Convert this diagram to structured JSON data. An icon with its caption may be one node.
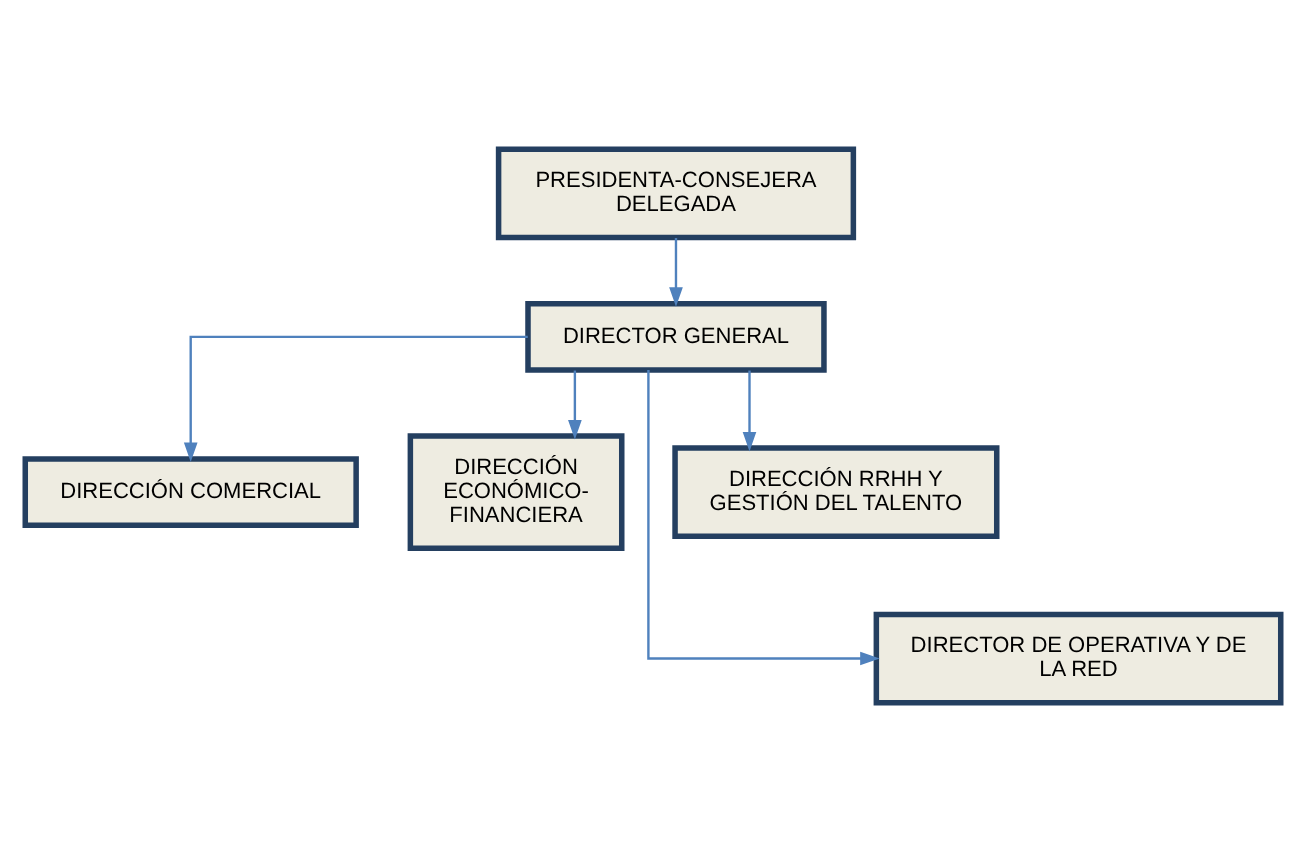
{
  "diagram": {
    "nodes": [
      {
        "text": [
          "PRESIDENTA-CONSEJERA DELEGADA"
        ]
      },
      {
        "text": [
          "DIRECTOR GENERAL"
        ]
      },
      {
        "text": [
          "DIRECCIÓN COMERCIAL"
        ]
      },
      {
        "text": [
          "DIRECCIÓN ECONÓMICO-FINANCIERA"
        ]
      },
      {
        "text": [
          "DIRECCIÓN RRHH Y GESTIÓN DEL TALENTO"
        ]
      },
      {
        "text": [
          "DIRECTOR DE OPERATIVA Y DE LA RED"
        ]
      }
    ],
    "edges": [
      {
        "from": 0,
        "to": 1,
        "arrow": "to"
      },
      {
        "from": 1,
        "to": 2,
        "arrow": "to"
      },
      {
        "from": 1,
        "to": 5,
        "arrow": "to"
      },
      {
        "from": 1,
        "to": 3,
        "arrow": "to"
      },
      {
        "from": 1,
        "to": 4,
        "arrow": "to"
      }
    ]
  }
}
